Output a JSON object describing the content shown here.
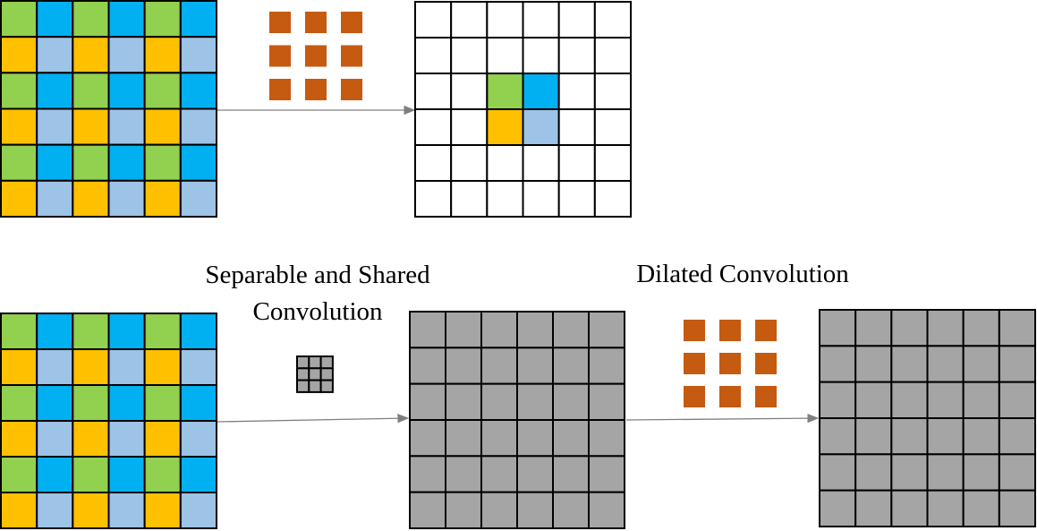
{
  "labels": {
    "separable_line1": "Separable and Shared",
    "separable_line2": "Convolution",
    "dilated": "Dilated Convolution"
  },
  "colors": {
    "green": "#92D050",
    "blue": "#00B0F0",
    "orange": "#FFC000",
    "light_blue": "#9DC3E6",
    "kernel": "#C55A11",
    "gray": "#A5A5A5",
    "arrow": "#7F7F7F"
  },
  "grid_size": 6,
  "kernel_size": 3
}
